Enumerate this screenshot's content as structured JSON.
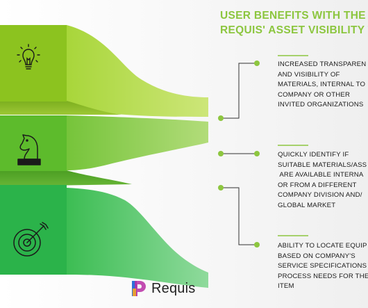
{
  "heading": {
    "line1": "USER BENEFITS WITH THE",
    "line2": "REQUIS' ASSET VISIBILITY T"
  },
  "benefits": [
    {
      "icon": "lightbulb-icon",
      "lines": [
        "INCREASED TRANSPAREN",
        "AND VISIBILITY OF",
        "MATERIALS, INTERNAL TO",
        "COMPANY OR OTHER",
        "INVITED ORGANIZATIONS"
      ]
    },
    {
      "icon": "chess-knight-icon",
      "lines": [
        "QUICKLY IDENTIFY IF",
        "SUITABLE MATERIALS/ASS",
        " ARE AVAILABLE INTERNA",
        "OR FROM A DIFFERENT",
        "COMPANY DIVISION AND/",
        "GLOBAL MARKET"
      ]
    },
    {
      "icon": "target-icon",
      "lines": [
        "ABILITY TO LOCATE EQUIP",
        "BASED ON COMPANY'S",
        "SERVICE SPECIFICATIONS",
        "PROCESS NEEDS FOR THE",
        "ITEM"
      ]
    }
  ],
  "logo": {
    "text": "Requis"
  },
  "colors": {
    "heading": "#8cc63f",
    "band1": "#8cc31f",
    "band2": "#5dbb2c",
    "band3": "#2bb34a",
    "connector": "#333333",
    "node": "#8dc63f"
  }
}
